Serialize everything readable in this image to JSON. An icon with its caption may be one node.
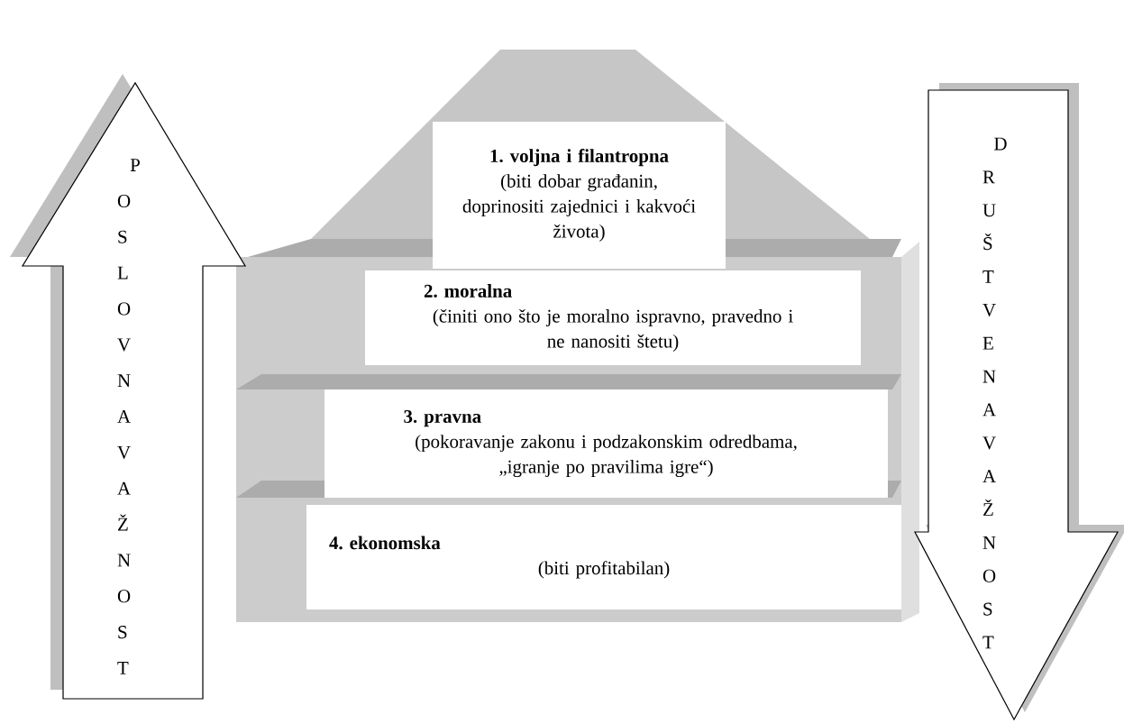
{
  "diagram": {
    "nodes": [
      {
        "text": [
          "POSLOVNA VAŽNOST"
        ]
      },
      {
        "text": [
          "1. voljna i filantropna",
          "(biti dobar građanin, doprinositi zajednici i kakvoći života)"
        ]
      },
      {
        "text": [
          "2. moralna",
          "(činiti ono što je moralno ispravno, pravedno i ne nanositi štetu)"
        ]
      },
      {
        "text": [
          "3. pravna",
          "(pokoravanje zakonu i podzakonskim odredbama, „igranje po pravilima igre“)"
        ]
      },
      {
        "text": [
          "4. ekonomska",
          "(biti profitabilan)"
        ]
      },
      {
        "text": [
          "DRUŠTVENA VAŽNOST"
        ]
      }
    ]
  }
}
